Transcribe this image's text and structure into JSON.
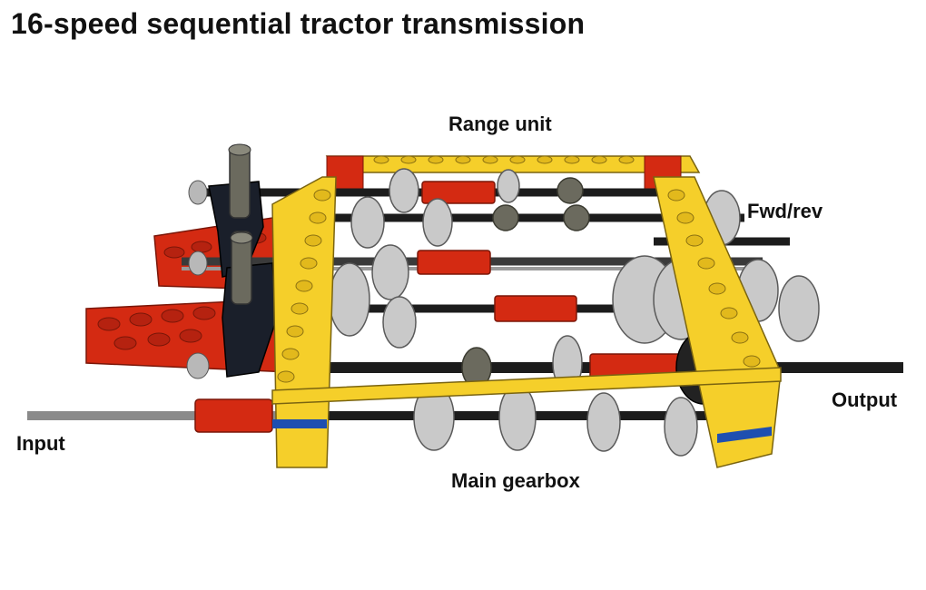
{
  "title": "16-speed sequential tractor transmission",
  "labels": {
    "range_unit": "Range unit",
    "fwd_rev": "Fwd/rev",
    "output": "Output",
    "input": "Input",
    "main_gearbox": "Main gearbox"
  },
  "colors": {
    "frame_yellow": "#f5cf2a",
    "lever_black": "#1a1f2a",
    "plate_red": "#d42a12",
    "axle_black": "#1c1c1c",
    "gear_gray": "#c9c9c9",
    "dark_gray": "#6b6a5e",
    "blue_stripe": "#1e4fb0"
  }
}
